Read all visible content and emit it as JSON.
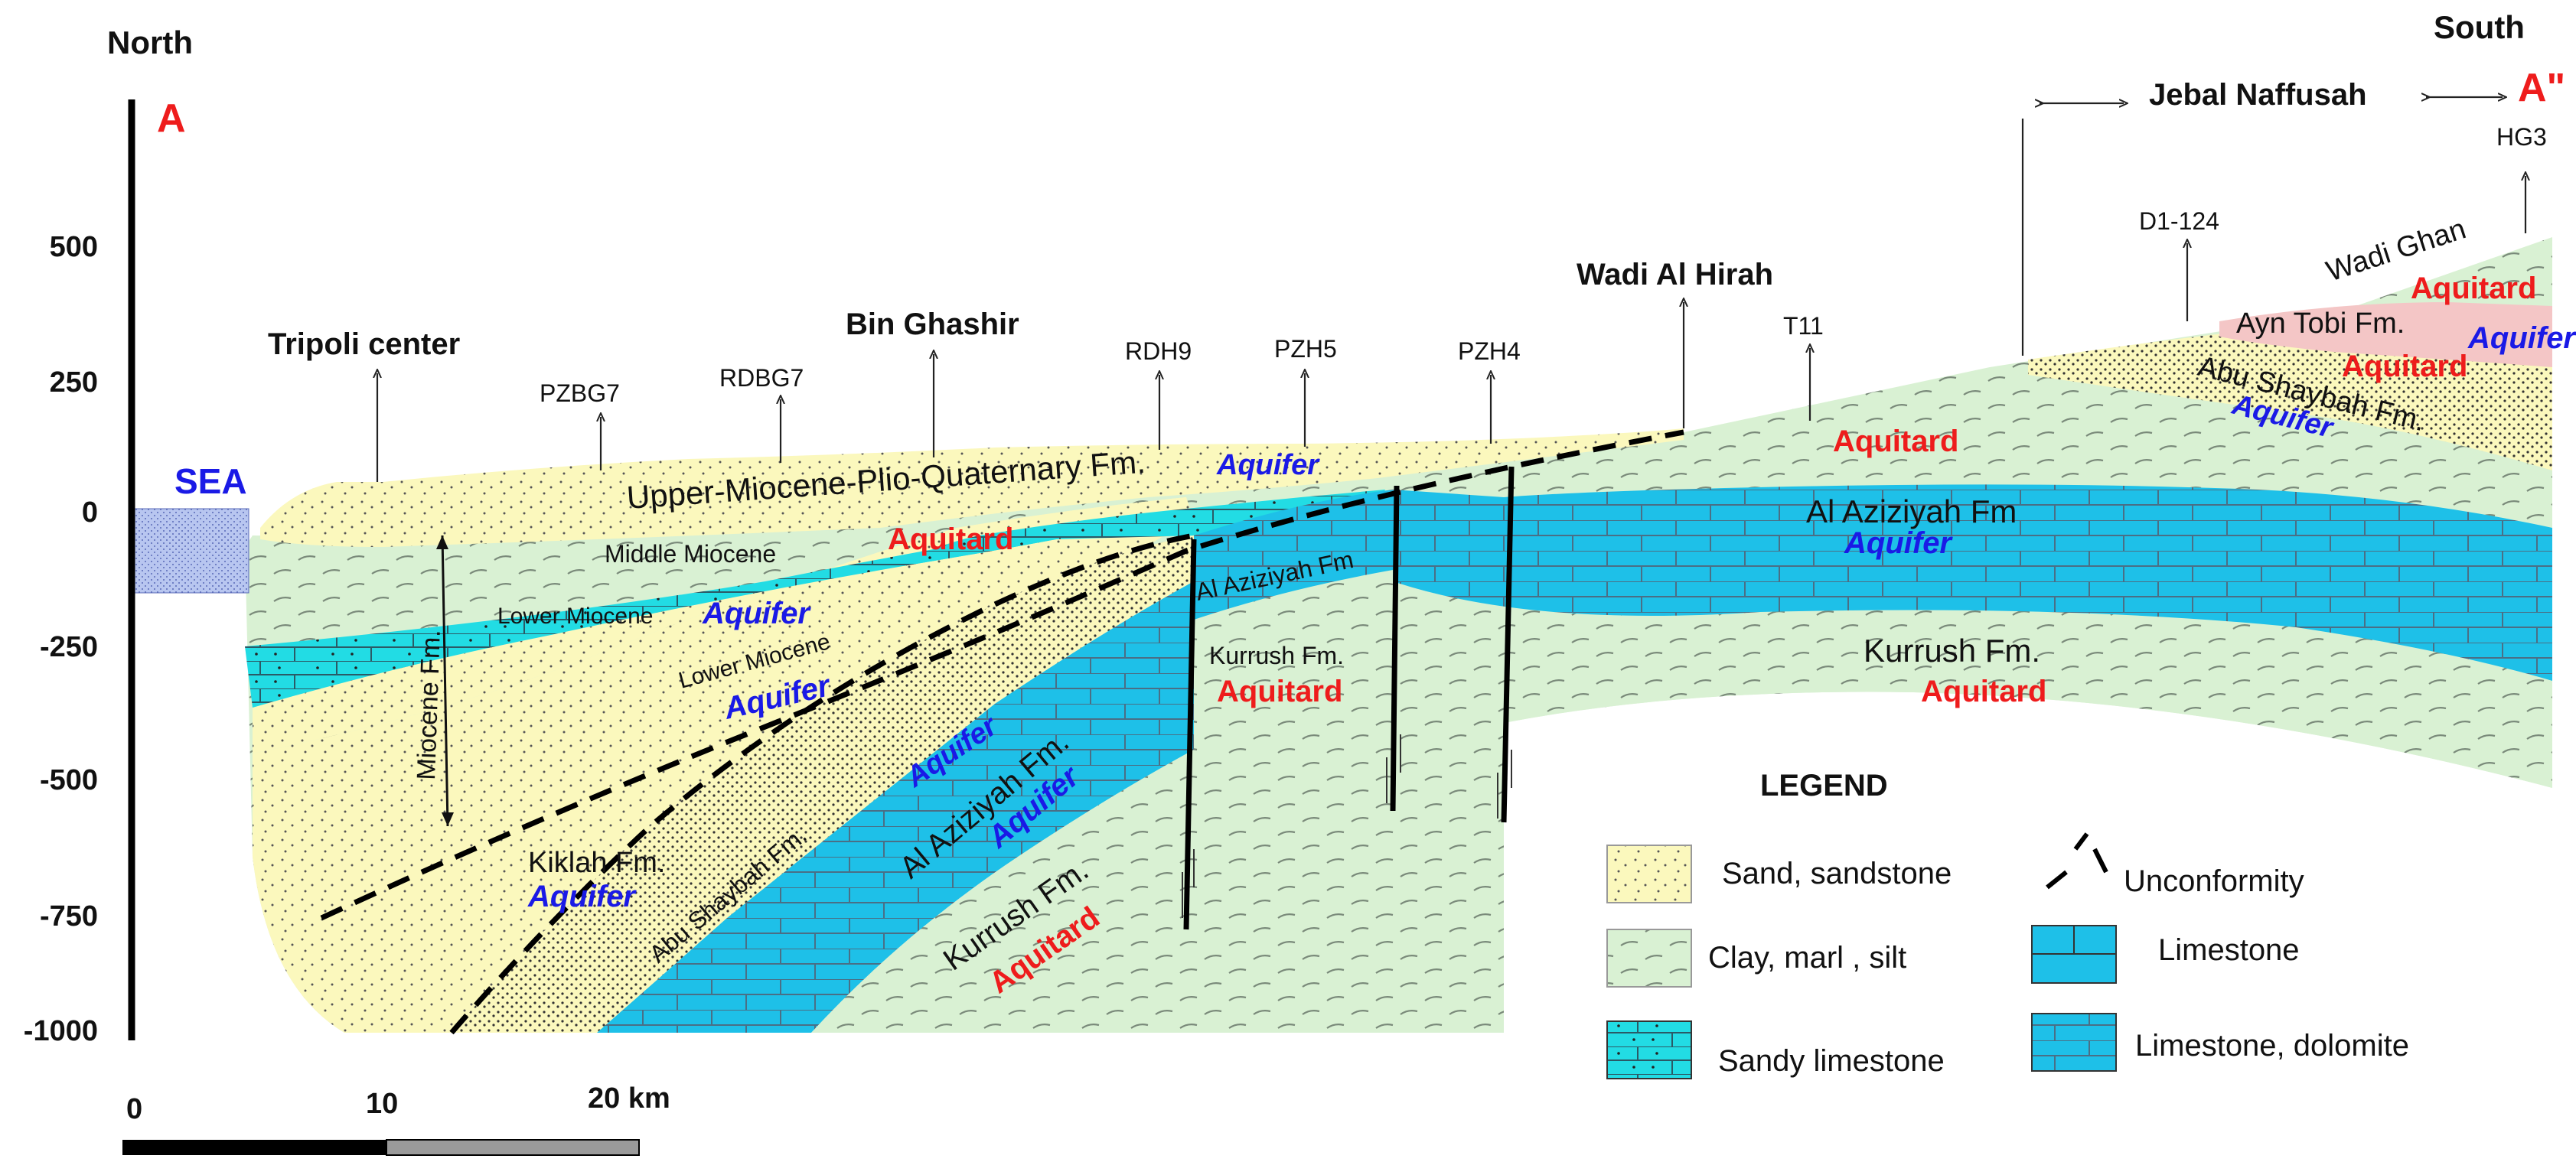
{
  "directions": {
    "north": "North",
    "south": "South"
  },
  "section": {
    "start": "A",
    "end": "A\""
  },
  "y_axis": {
    "ticks": [
      "500",
      "250",
      "0",
      "-250",
      "-500",
      "-750",
      "-1000"
    ]
  },
  "scale_bar": {
    "labels": [
      "0",
      "10",
      "20 km"
    ]
  },
  "sea_label": "SEA",
  "places": {
    "tripoli": "Tripoli center",
    "bin_ghashir": "Bin Ghashir",
    "wadi_al_hirah": "Wadi Al Hirah",
    "jebal_naffusah": "Jebal Naffusah",
    "wadi_ghan": "Wadi Ghan"
  },
  "wells": {
    "pzbg7": "PZBG7",
    "rdbg7": "RDBG7",
    "rdh9": "RDH9",
    "pzh5": "PZH5",
    "pzh4": "PZH4",
    "t11": "T11",
    "d1_124": "D1-124",
    "hg3": "HG3"
  },
  "formations": {
    "upper_miocene": "Upper-Miocene-Plio-Quaternary Fm.",
    "middle_miocene": "Middle Miocene",
    "lower_miocene": "Lower Miocene",
    "lower_miocene_2": "Lower Miocene",
    "miocene_fm": "Miocene Fm.",
    "kiklah": "Kiklah Fm.",
    "abu_shaybah_left": "Abu Shaybah Fm.",
    "al_aziziyah_left": "Al Aziziyah Fm.",
    "kurrush_left": "Kurrush Fm.",
    "al_aziziyah_mid": "Al Aziziyah Fm",
    "kurrush_mid": "Kurrush Fm.",
    "al_aziziyah_right": "Al Aziziyah Fm",
    "kurrush_right": "Kurrush Fm.",
    "ayn_tobi": "Ayn Tobi Fm.",
    "abu_shaybah_right": "Abu Shaybah Fm."
  },
  "hydro": {
    "aquifer": "Aquifer",
    "aquitard": "Aquitard"
  },
  "legend": {
    "title": "LEGEND",
    "items": {
      "sand": "Sand, sandstone",
      "clay": "Clay, marl , silt",
      "sandy_limestone": "Sandy limestone",
      "unconformity": "Unconformity",
      "limestone": "Limestone",
      "limestone_dolomite": "Limestone, dolomite"
    }
  },
  "colors": {
    "sand": "#fbf8bd",
    "clay": "#d9f1d3",
    "limestone": "#1ec0e8",
    "sandy_limestone": "#22dce4",
    "ayn_tobi": "#f4c6c6",
    "sea": "#b8c6f0",
    "aquifer_text": "#1a1ae6",
    "aquitard_text": "#ee1c1c"
  }
}
